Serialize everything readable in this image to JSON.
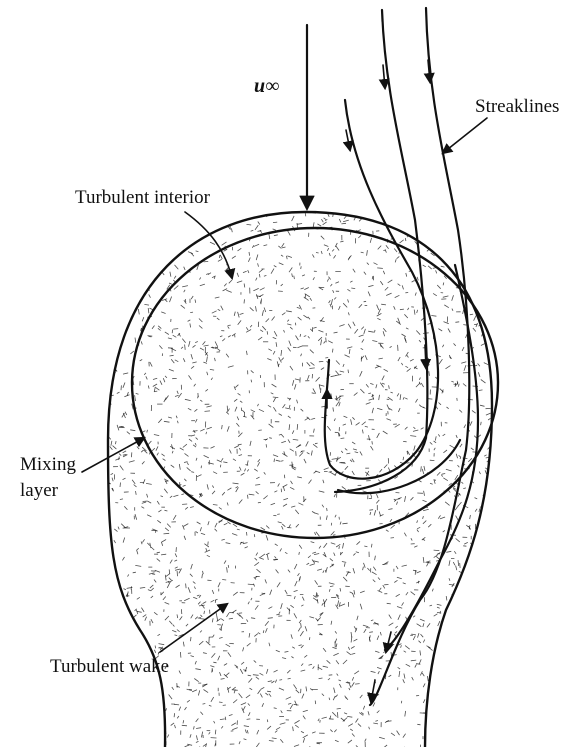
{
  "labels": {
    "freestream_velocity": "u∞",
    "streaklines": "Streaklines",
    "turbulent_interior": "Turbulent interior",
    "mixing_layer_line1": "Mixing",
    "mixing_layer_line2": "layer",
    "turbulent_wake": "Turbulent wake"
  },
  "colors": {
    "ink": "#111111",
    "background": "#ffffff"
  }
}
